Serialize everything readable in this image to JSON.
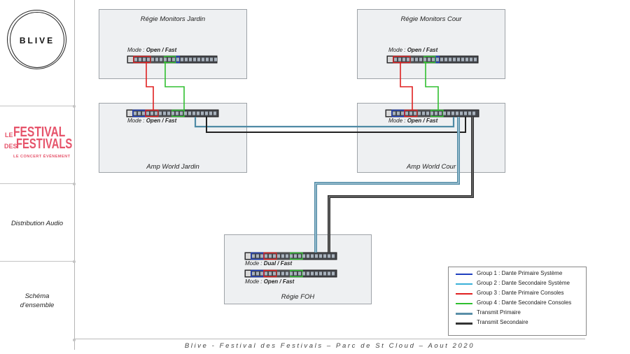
{
  "sidebar": {
    "logo_text": "BLIVE",
    "festival_logo": {
      "le": "LE",
      "word1": "FESTIVAL",
      "des": "DES",
      "word2": "FESTIVALS",
      "tagline": "LE CONCERT ÉVÉNEMENT"
    },
    "section_distribution": "Distribution Audio",
    "section_schema_line1": "Schéma",
    "section_schema_line2": "d’ensemble"
  },
  "boxes": {
    "monitors_jardin": {
      "title": "Régie Monitors Jardin",
      "mode_label": "Mode :",
      "mode_value": "Open / Fast"
    },
    "monitors_cour": {
      "title": "Régie Monitors Cour",
      "mode_label": "Mode :",
      "mode_value": "Open / Fast"
    },
    "amp_jardin": {
      "title": "Amp World Jardin",
      "mode_label": "Mode :",
      "mode_value": "Open / Fast"
    },
    "amp_cour": {
      "title": "Amp World Cour",
      "mode_label": "Mode :",
      "mode_value": "Open / Fast"
    },
    "foh": {
      "title": "Régie FOH",
      "mode1_label": "Mode :",
      "mode1_value": "Dual / Fast",
      "mode2_label": "Mode :",
      "mode2_value": "Open / Fast"
    }
  },
  "legend": {
    "items": [
      {
        "label": "Group 1 : Dante Primaire Système",
        "color": "#1f3fbf"
      },
      {
        "label": "Group 2 : Dante Secondaire Système",
        "color": "#3ab0d8"
      },
      {
        "label": "Group 3 : Dante Primaire Consoles",
        "color": "#e02020"
      },
      {
        "label": "Group 4 : Dante Secondaire Consoles",
        "color": "#30c030"
      },
      {
        "label": "Transmit Primaire",
        "color": "#5a8fa8"
      },
      {
        "label": "Transmit Secondaire",
        "color": "#333333"
      }
    ]
  },
  "footer": "Blive - Festival des Festivals – Parc de St Cloud – Aout 2020",
  "colors": {
    "group1": "#1f3fbf",
    "group2": "#3ab0d8",
    "group3": "#e02020",
    "group4": "#30c030",
    "transmit_primaire": "#4f8aa5",
    "transmit_secondaire": "#222222",
    "switch_body": "#3a3d42",
    "box_bg": "#eef0f2"
  }
}
